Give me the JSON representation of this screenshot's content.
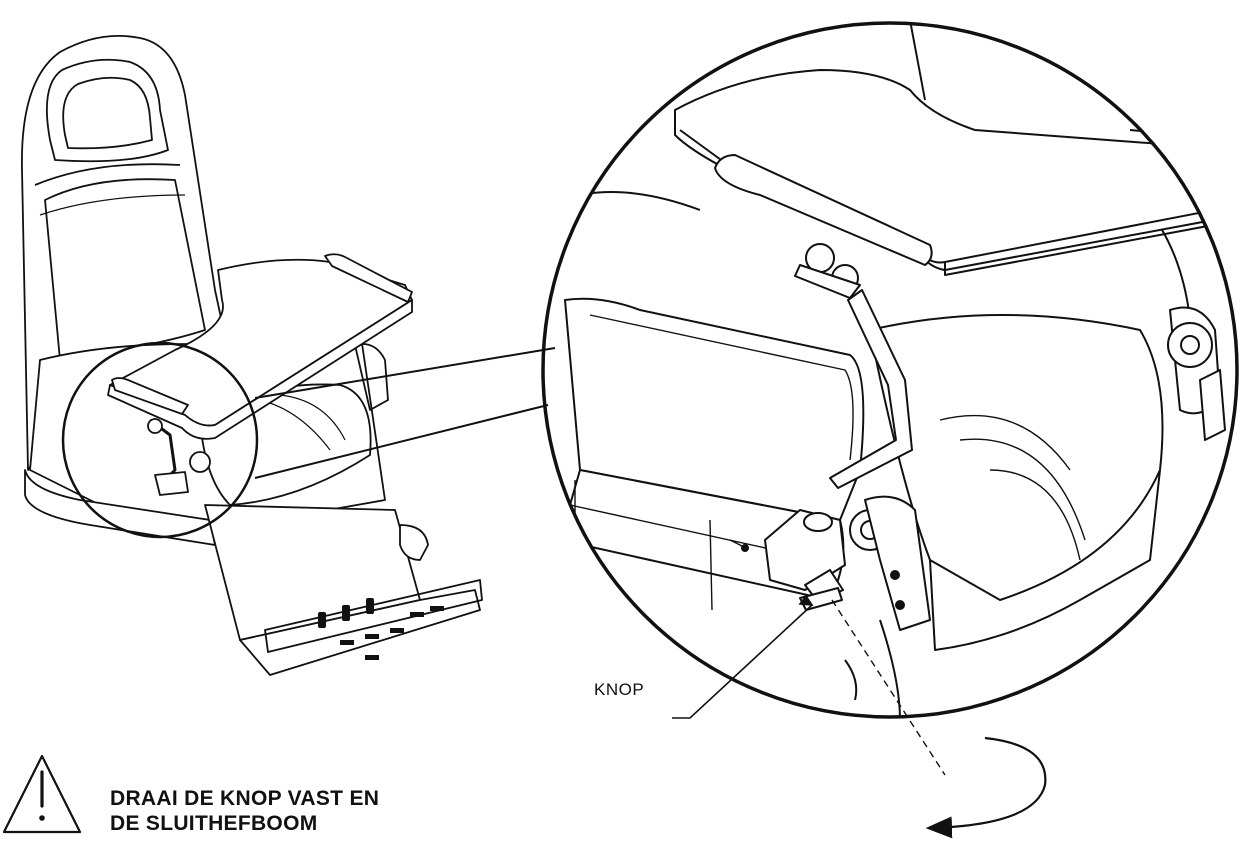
{
  "callout": {
    "label": "KNOP"
  },
  "warning": {
    "icon": "warning-triangle-icon",
    "line1": "DRAAI DE KNOP VAST EN",
    "line2": "DE SLUITHEFBOOM"
  },
  "colors": {
    "ink": "#111111",
    "background": "#ffffff"
  }
}
